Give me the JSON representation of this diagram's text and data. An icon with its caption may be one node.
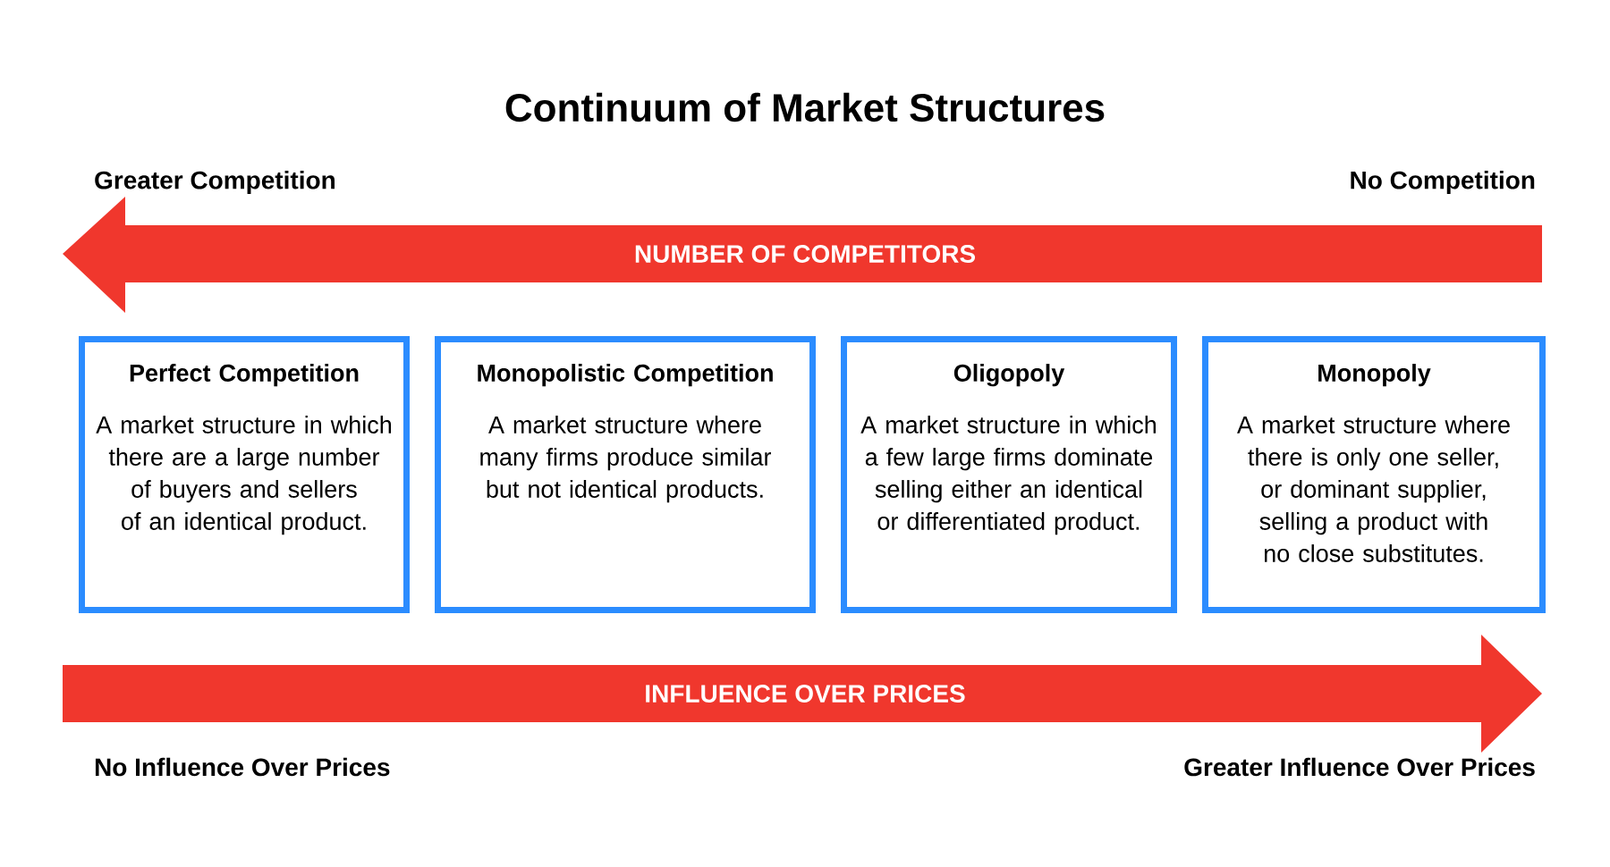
{
  "diagram": {
    "title": "Continuum of Market Structures",
    "nodes": [
      {
        "text": [
          "Perfect Competition",
          "A market structure in which there are a large number of buyers and sellers of an identical product."
        ]
      },
      {
        "text": [
          "Monopolistic Competition",
          "A market structure where many firms produce similar but not identical products."
        ]
      },
      {
        "text": [
          "Oligopoly",
          "A market structure in which a few large firms dominate selling either an identical or differentiated product."
        ]
      },
      {
        "text": [
          "Monopoly",
          "A market structure where there is only one seller, or dominant supplier, selling a product with no close substitutes."
        ]
      }
    ],
    "labels": [
      "Greater Competition",
      "No Competition",
      "NUMBER OF COMPETITORS",
      "INFLUENCE OVER PRICES",
      "No Influence Over Prices",
      "Greater Influence Over Prices"
    ]
  }
}
